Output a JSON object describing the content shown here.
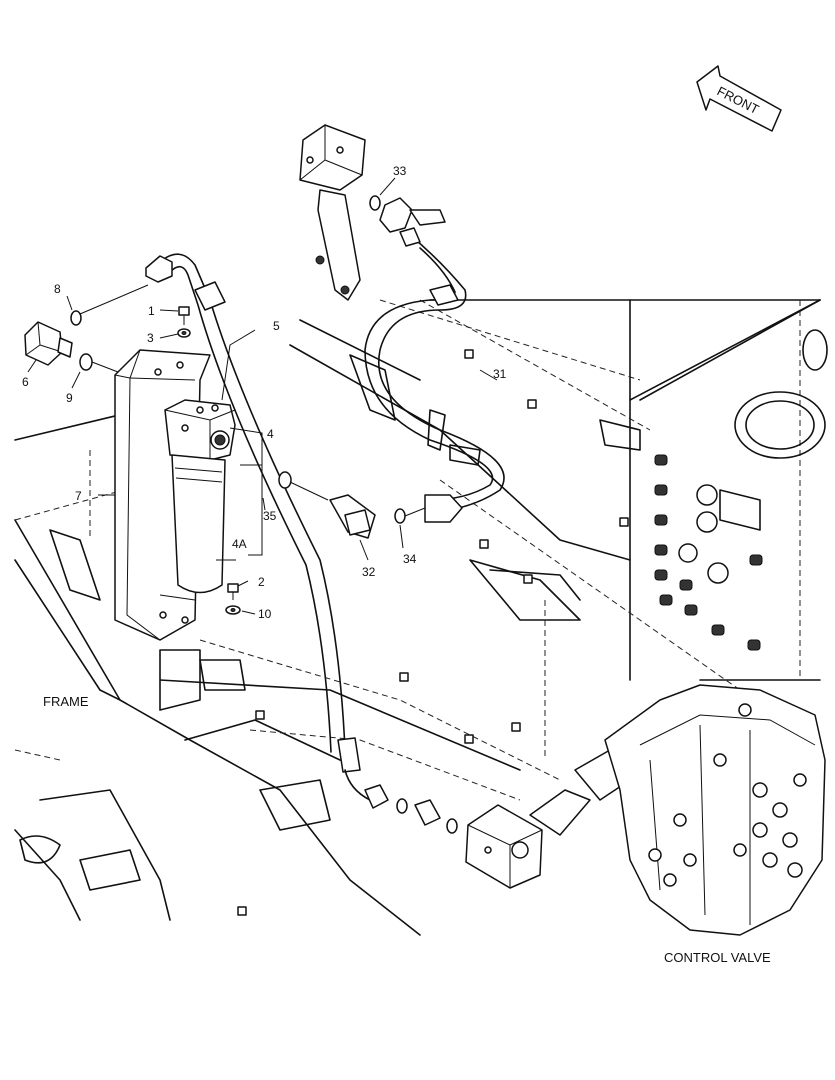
{
  "labels": {
    "front": "FRONT",
    "frame": "FRAME",
    "control_valve": "CONTROL VALVE"
  },
  "callouts": [
    "1",
    "2",
    "3",
    "4",
    "4A",
    "5",
    "6",
    "7",
    "8",
    "9",
    "10",
    "31",
    "32",
    "33",
    "34",
    "35"
  ]
}
